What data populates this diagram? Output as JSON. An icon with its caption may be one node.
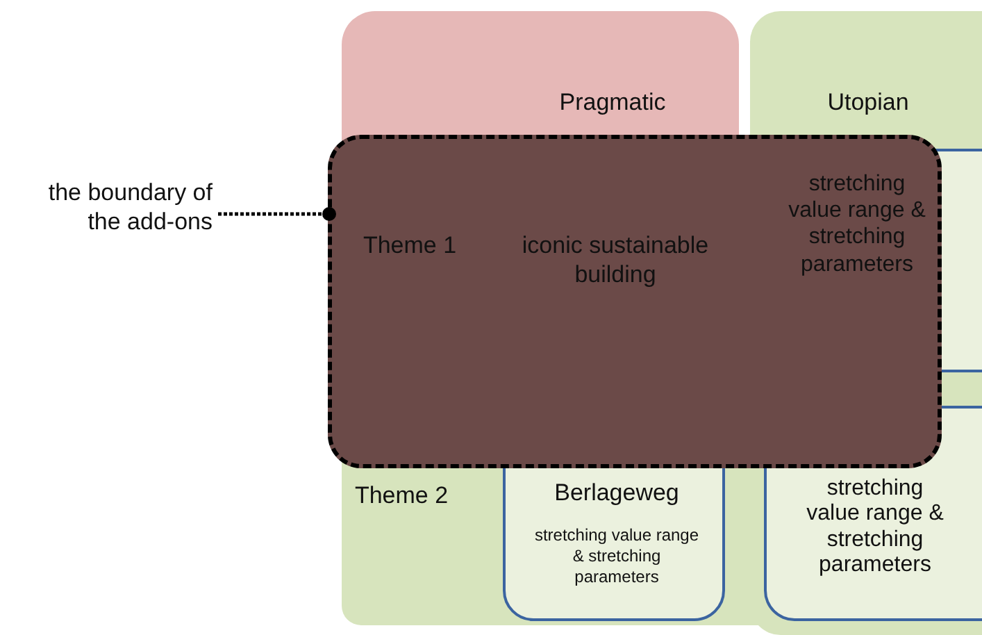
{
  "diagram": {
    "nodes": [
      {
        "text": [
          "Pragmatic"
        ]
      },
      {
        "text": [
          "Utopian"
        ]
      },
      {
        "text": [
          "Theme 2"
        ]
      },
      {
        "text": [],
        "shape": "box"
      },
      {
        "text": [
          "stretching value range & stretching parameters"
        ],
        "in": 1
      },
      {
        "text": [
          "Berlageweg",
          "stretching value range & stretching parameters"
        ],
        "in": 2
      },
      {
        "text": [
          "stretching value range & stretching parameters"
        ]
      },
      {
        "text": [
          "the boundary of the add-ons"
        ]
      }
    ],
    "edges": [
      {
        "from": 7,
        "to": 3,
        "arrow": "other",
        "style": "dashed"
      }
    ],
    "labels": [
      "Theme 1",
      "iconic sustainable building"
    ]
  }
}
